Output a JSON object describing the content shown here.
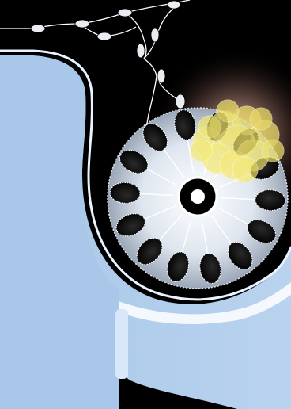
{
  "illustration": {
    "colors": {
      "background": "#000000",
      "breast_tissue": "#a9c7e8",
      "skin_highlight": "#e6f1ff",
      "lobule_glow": "#ffffff",
      "lobule_center": "#ffffff",
      "duct_line": "#ffffff",
      "tumor_cluster": "#f5e86a",
      "tumor_halo": "#f2b69c"
    },
    "icons": {
      "lobule": "milk-gland-lobule-icon",
      "duct": "milk-duct-icon",
      "tumor": "tumor-cell-cluster-icon",
      "tissue": "breast-profile-shape"
    },
    "counts": {
      "alveoli": 14,
      "duct_nodes": 9,
      "tumor_cells": 14
    }
  }
}
